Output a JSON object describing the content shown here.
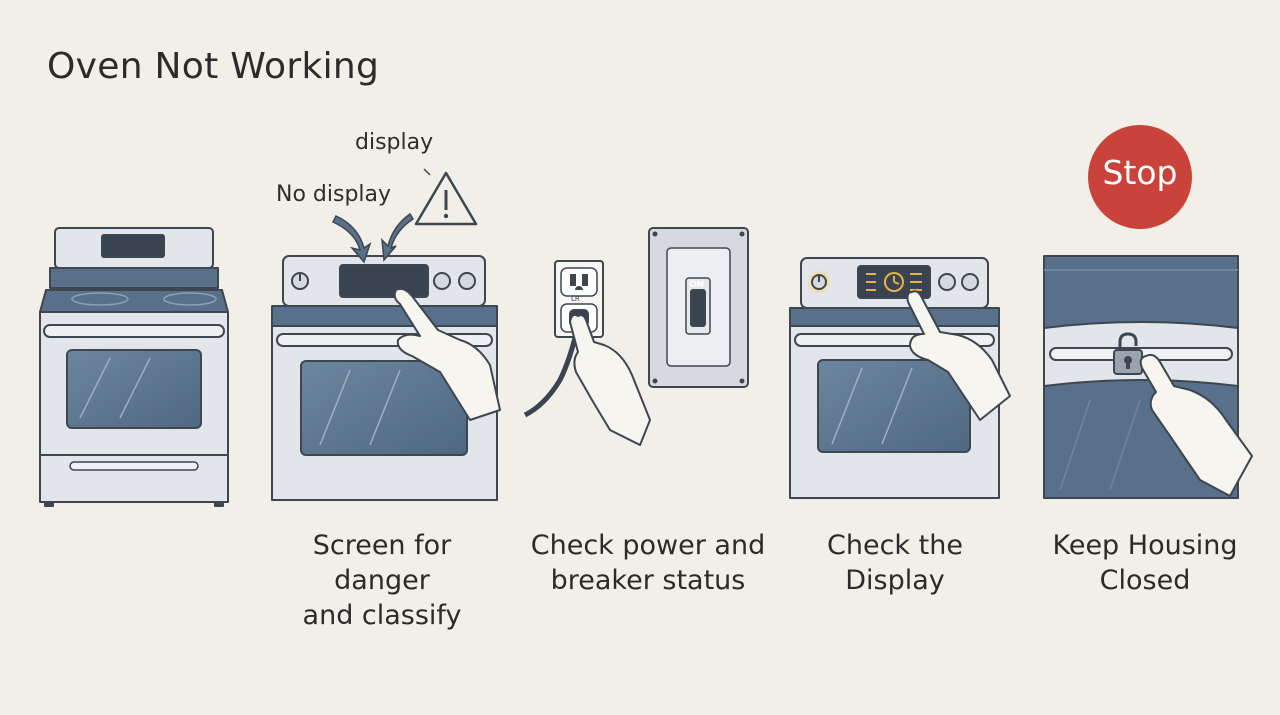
{
  "title": "Oven Not Working",
  "annotations": {
    "display": "display",
    "no_display": "No display"
  },
  "steps": [
    {
      "line1": "Screen for danger",
      "line2": "and classify"
    },
    {
      "line1": "Check power and",
      "line2": "breaker status"
    },
    {
      "line1": "Check the",
      "line2": "Display"
    },
    {
      "line1": "Keep Housing",
      "line2": "Closed"
    }
  ],
  "outlet_label": "LR",
  "breaker_label": "ON",
  "stop_label": "Stop",
  "colors": {
    "background": "#f1efe7",
    "outline": "#3e4650",
    "oven_body": "#e2e5ea",
    "cooktop": "#58708a",
    "window": "#5b7590",
    "stop_red": "#c9433b",
    "display_glow": "#e5b24a"
  }
}
